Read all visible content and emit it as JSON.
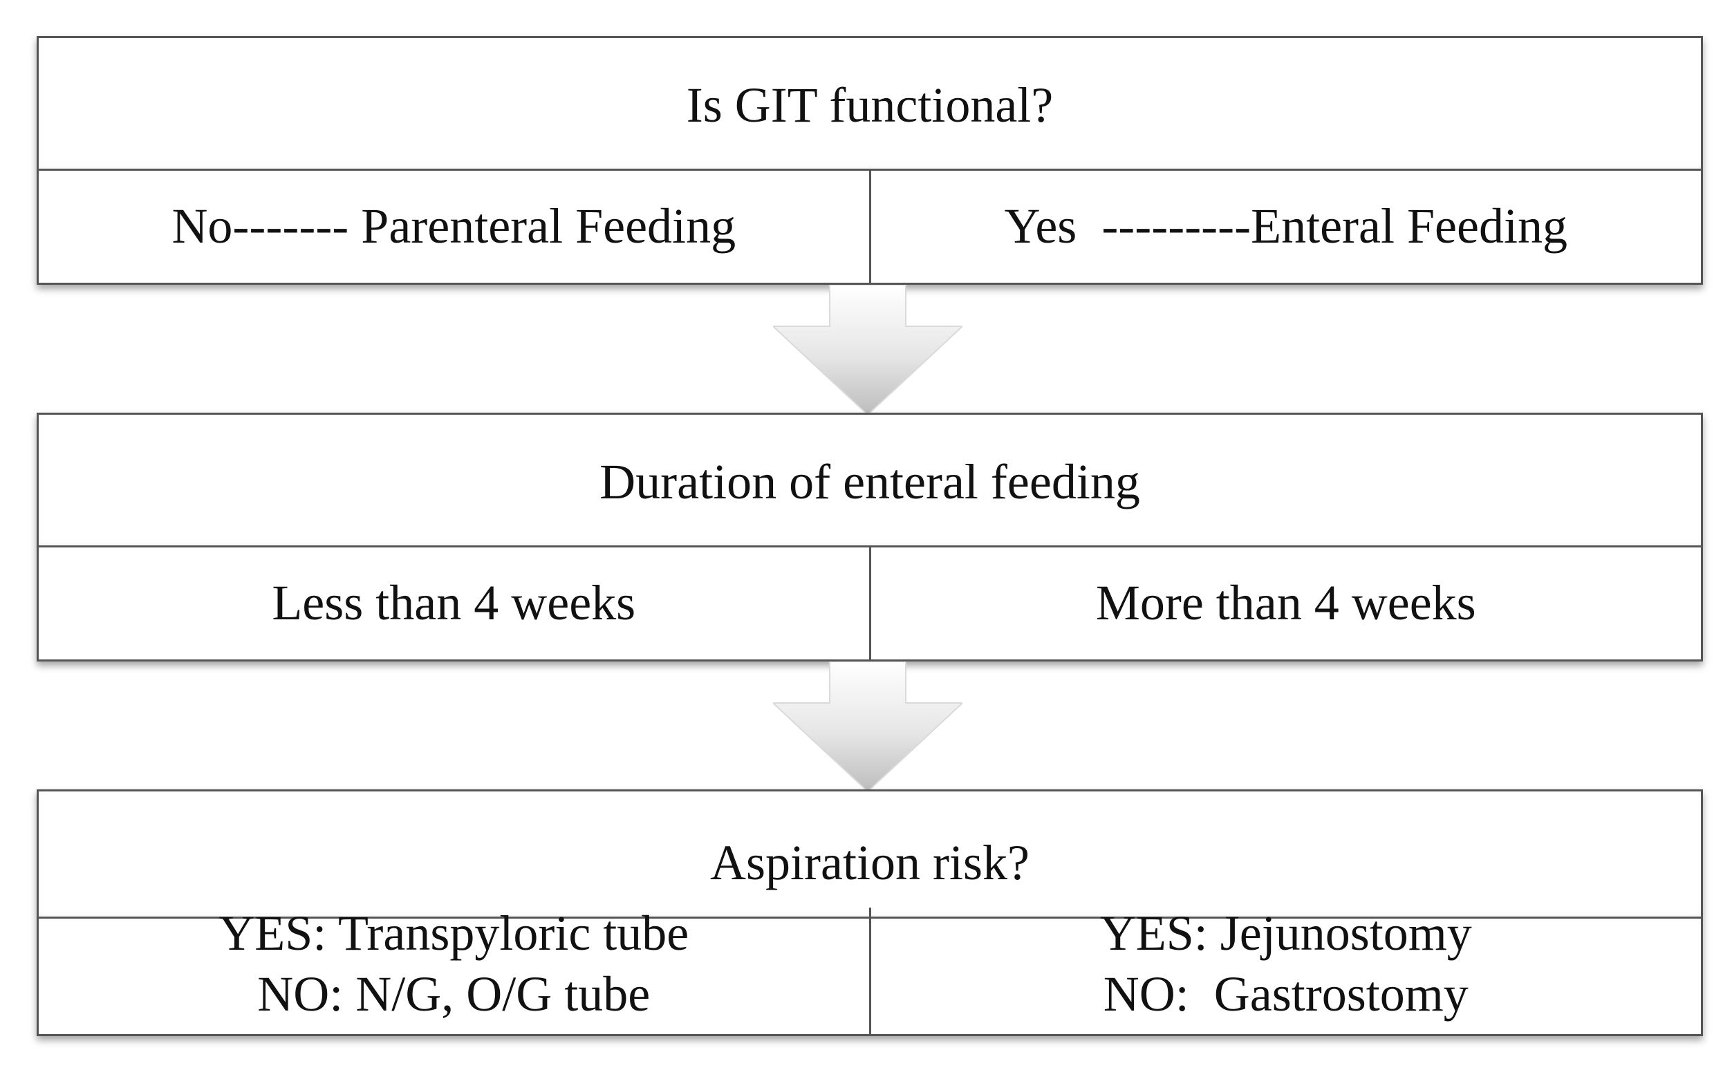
{
  "flowchart": {
    "step1": {
      "question": "Is GIT functional?",
      "option_left": "No------- Parenteral Feeding",
      "option_right": "Yes  ---------Enteral Feeding"
    },
    "step2": {
      "question": "Duration of enteral feeding",
      "option_left": "Less than 4 weeks",
      "option_right": "More than 4 weeks"
    },
    "step3": {
      "question": "Aspiration risk?",
      "left_line1": "YES: Transpyloric tube",
      "left_line2": "NO: N/G, O/G tube",
      "right_line1": "YES: Jejunostomy",
      "right_line2": "NO:  Gastrostomy"
    }
  },
  "colors": {
    "border": "#555555",
    "arrow_light": "#ffffff",
    "arrow_dark": "#c8c8c8"
  }
}
